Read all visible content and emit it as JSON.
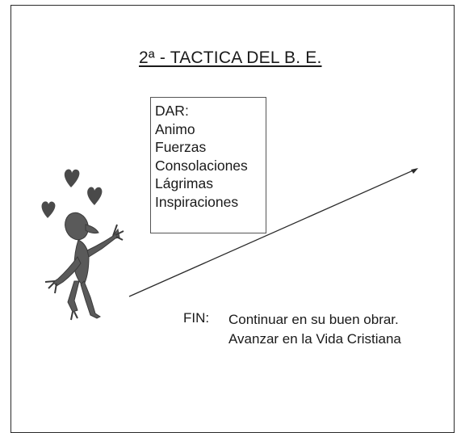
{
  "title": "2ª - TACTICA DEL B. E.",
  "dar_box": {
    "header": "DAR:",
    "items": [
      "Animo",
      "Fuerzas",
      "Consolaciones",
      "Lágrimas",
      "Inspiraciones"
    ]
  },
  "fin": {
    "label": "FIN:",
    "lines": [
      "Continuar en su buen obrar.",
      "Avanzar en la Vida Cristiana"
    ]
  },
  "illustration": "cartoon-figure-with-hearts",
  "colors": {
    "ink": "#1a1a1a",
    "figure": "#5a5a5a",
    "hearts": "#4a4a4a"
  }
}
